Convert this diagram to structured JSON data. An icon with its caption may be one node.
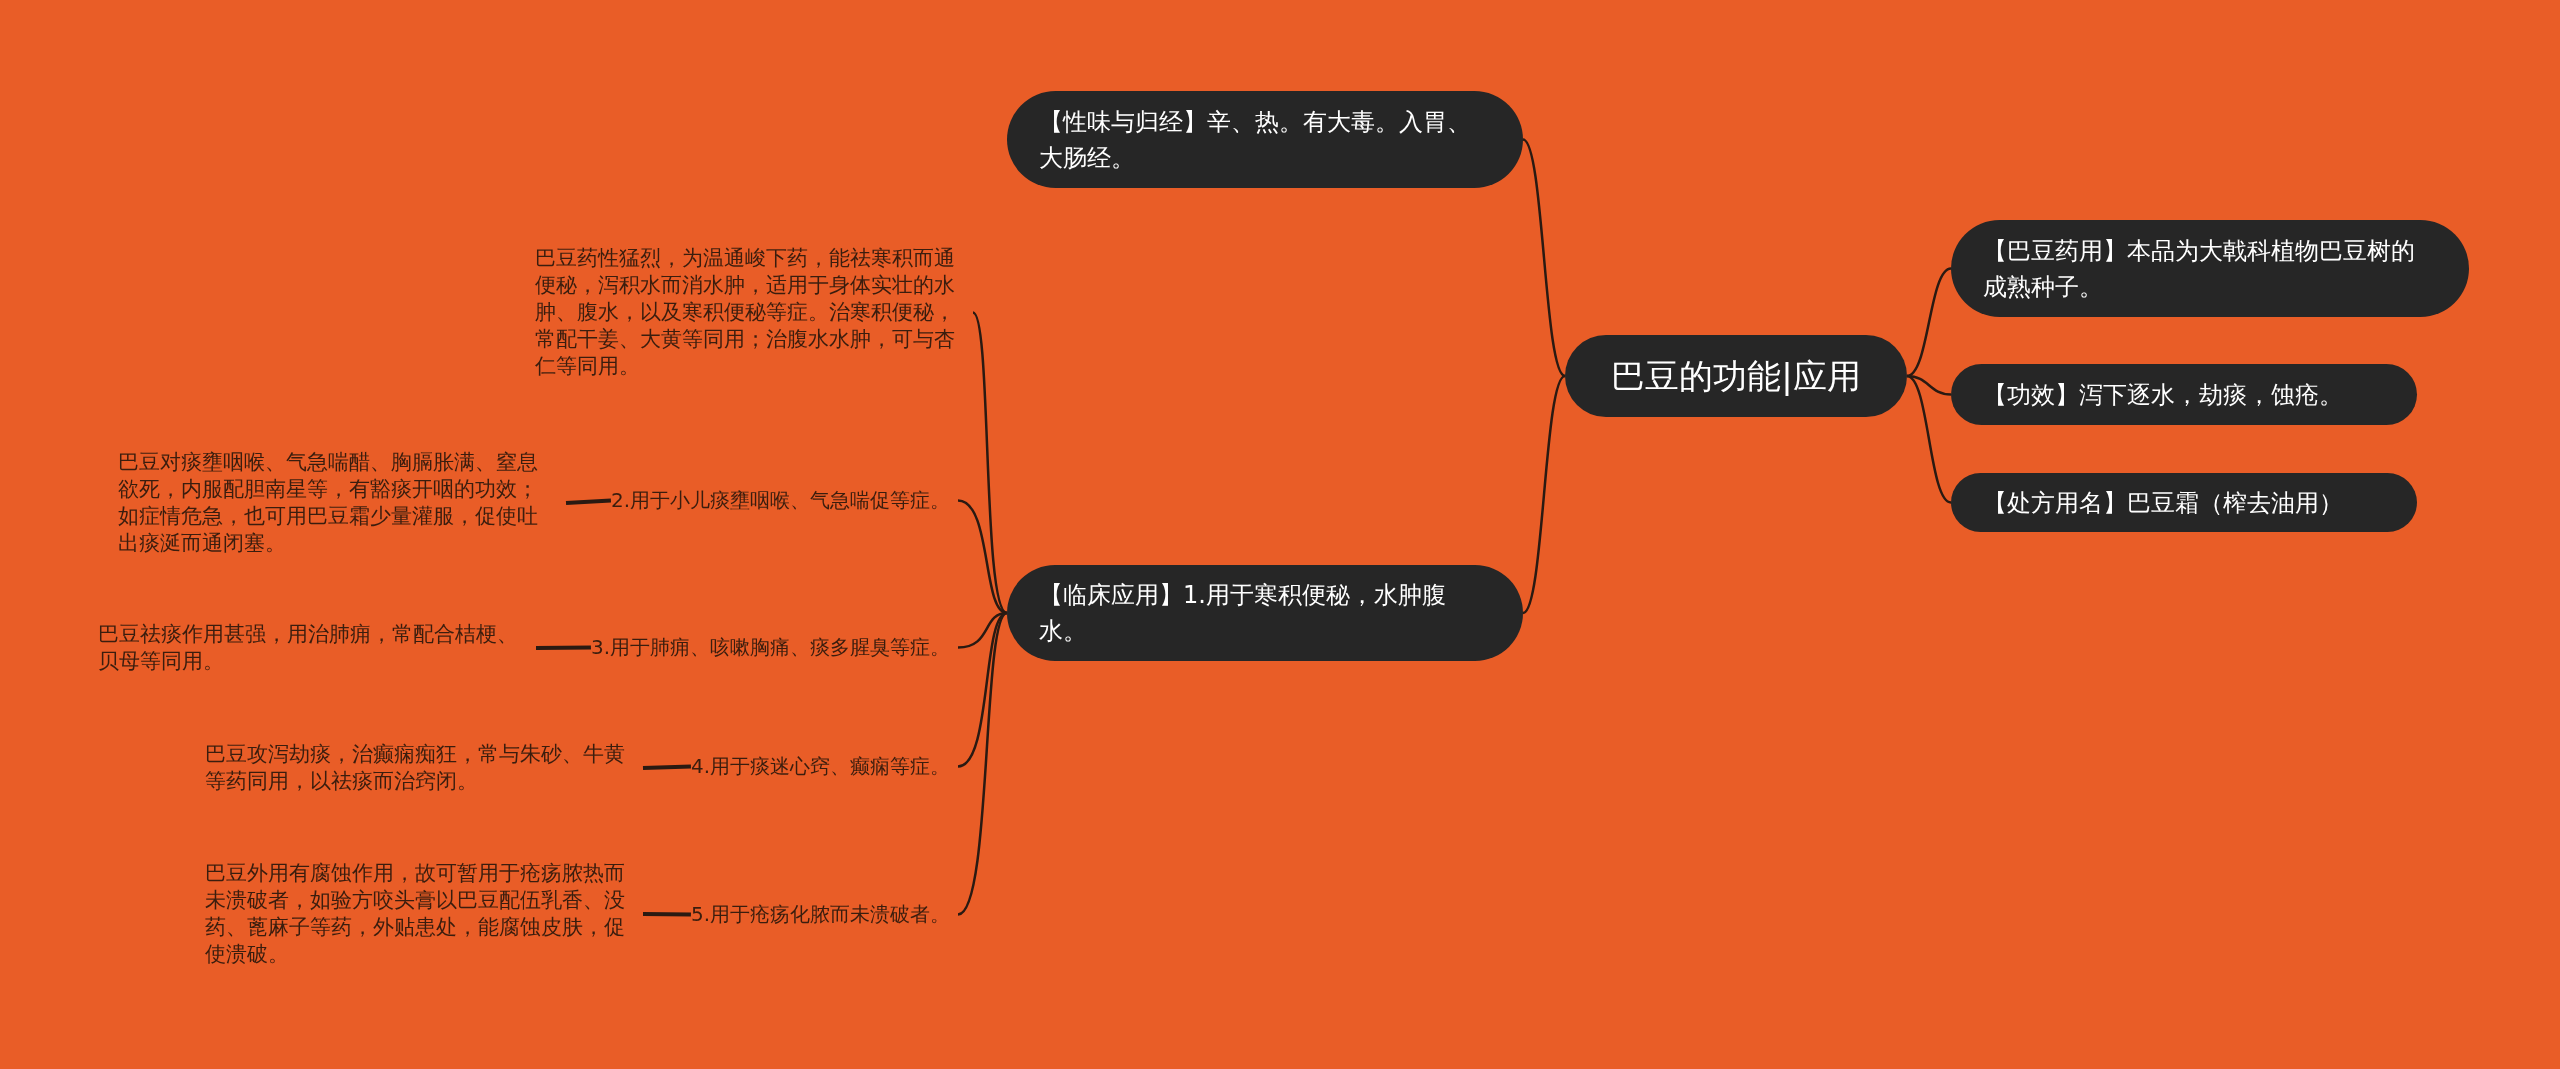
{
  "diagram": {
    "nodes": [
      {
        "text": [
          "巴豆的功能|应用"
        ]
      },
      {
        "text": [
          "【性味与归经】辛、热。有大毒。入胃、大肠经。"
        ]
      },
      {
        "text": [
          "【巴豆药用】本品为大戟科植物巴豆树的成熟种子。"
        ]
      },
      {
        "text": [
          "【功效】泻下逐水，劫痰，蚀疮。"
        ]
      },
      {
        "text": [
          "【处方用名】巴豆霜（榨去油用）"
        ]
      },
      {
        "text": [
          "【临床应用】1.用于寒积便秘，水肿腹水。"
        ]
      },
      {
        "text": [
          "巴豆药性猛烈，为温通峻下药，能祛寒积而通便秘，泻积水而消水肿，适用于身体实壮的水肿、腹水，以及寒积便秘等症。治寒积便秘，常配干姜、大黄等同用；治腹水水肿，可与杏仁等同用。"
        ]
      },
      {
        "text": [
          "2.用于小儿痰壅咽喉、气急喘促等症。"
        ]
      },
      {
        "text": [
          "巴豆对痰壅咽喉、气急喘醋、胸膈胀满、窒息欲死，内服配胆南星等，有豁痰开咽的功效；如症情危急，也可用巴豆霜少量灌服，促使吐出痰涎而通闭塞。"
        ]
      },
      {
        "text": [
          "3.用于肺痈、咳嗽胸痛、痰多腥臭等症。"
        ]
      },
      {
        "text": [
          "巴豆祛痰作用甚强，用治肺痈，常配合桔梗、贝母等同用。"
        ]
      },
      {
        "text": [
          "4.用于痰迷心窍、癫痫等症。"
        ]
      },
      {
        "text": [
          "巴豆攻泻劫痰，治癫痫痴狂，常与朱砂、牛黄等药同用，以祛痰而治窍闭。"
        ]
      },
      {
        "text": [
          "5.用于疮疡化脓而未溃破者。"
        ]
      },
      {
        "text": [
          "巴豆外用有腐蚀作用，故可暂用于疮疡脓热而未溃破者，如验方咬头膏以巴豆配伍乳香、没药、蓖麻子等药，外贴患处，能腐蚀皮肤，促使溃破。"
        ]
      }
    ],
    "edges": [
      {
        "from": 0,
        "to": 1,
        "arrow": "none"
      },
      {
        "from": 0,
        "to": 2,
        "arrow": "none"
      },
      {
        "from": 0,
        "to": 3,
        "arrow": "none"
      },
      {
        "from": 0,
        "to": 4,
        "arrow": "none"
      },
      {
        "from": 0,
        "to": 5,
        "arrow": "none"
      },
      {
        "from": 5,
        "to": 6,
        "arrow": "none"
      },
      {
        "from": 5,
        "to": 7,
        "arrow": "none"
      },
      {
        "from": 5,
        "to": 9,
        "arrow": "none"
      },
      {
        "from": 5,
        "to": 11,
        "arrow": "none"
      },
      {
        "from": 5,
        "to": 13,
        "arrow": "none"
      },
      {
        "from": 7,
        "to": 8,
        "arrow": "none"
      },
      {
        "from": 9,
        "to": 10,
        "arrow": "none"
      },
      {
        "from": 11,
        "to": 12,
        "arrow": "none"
      },
      {
        "from": 13,
        "to": 14,
        "arrow": "none"
      }
    ]
  }
}
